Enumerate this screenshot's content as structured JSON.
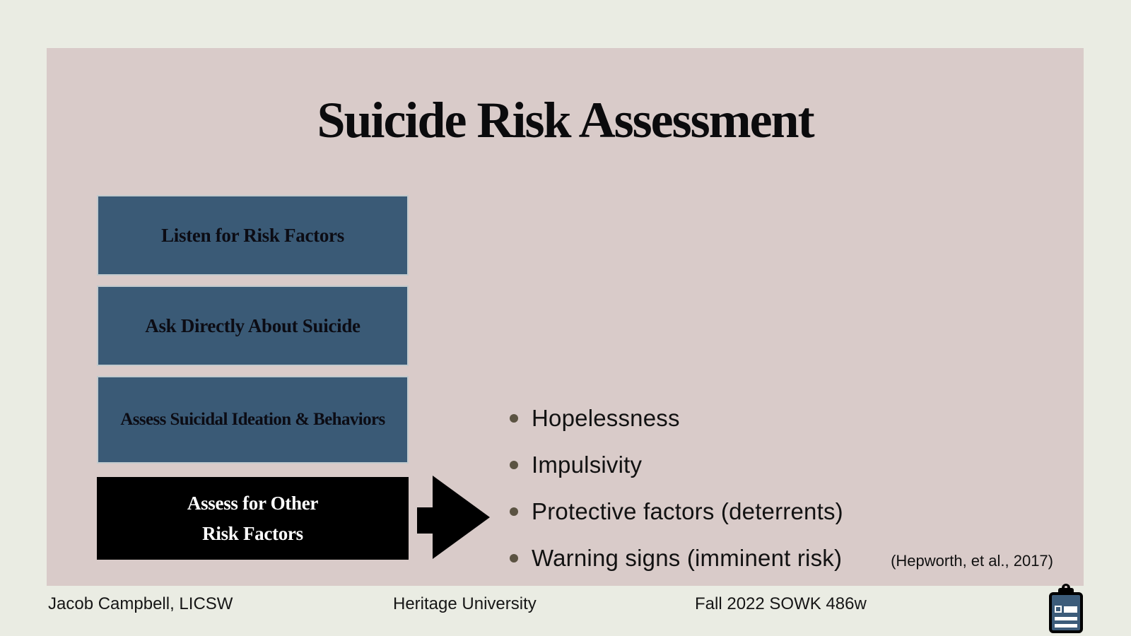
{
  "slide": {
    "title": "Suicide Risk Assessment",
    "steps": [
      {
        "label": "Listen for Risk Factors"
      },
      {
        "label": "Ask Directly About Suicide"
      },
      {
        "label": "Assess Suicidal Ideation & Behaviors"
      },
      {
        "line1": "Assess for Other",
        "line2": "Risk Factors"
      }
    ],
    "bullets": [
      "Hopelessness",
      "Impulsivity",
      "Protective factors (deterrents)",
      "Warning signs (imminent risk)"
    ],
    "citation": "(Hepworth, et al., 2017)"
  },
  "footer": {
    "author": "Jacob Campbell, LICSW",
    "institution": "Heritage University",
    "course": "Fall 2022 SOWK 486w"
  },
  "icons": {
    "footer_icon": "clipboard-icon",
    "diagram_icon": "arrow-right-icon"
  },
  "colors": {
    "canvas_bg": "#eaece3",
    "slide_bg": "#d9cbc9",
    "box_blue": "#3a5a76",
    "box_black": "#000000",
    "bullet_dot": "#5b5342",
    "icon_blue": "#3c5c7a"
  }
}
